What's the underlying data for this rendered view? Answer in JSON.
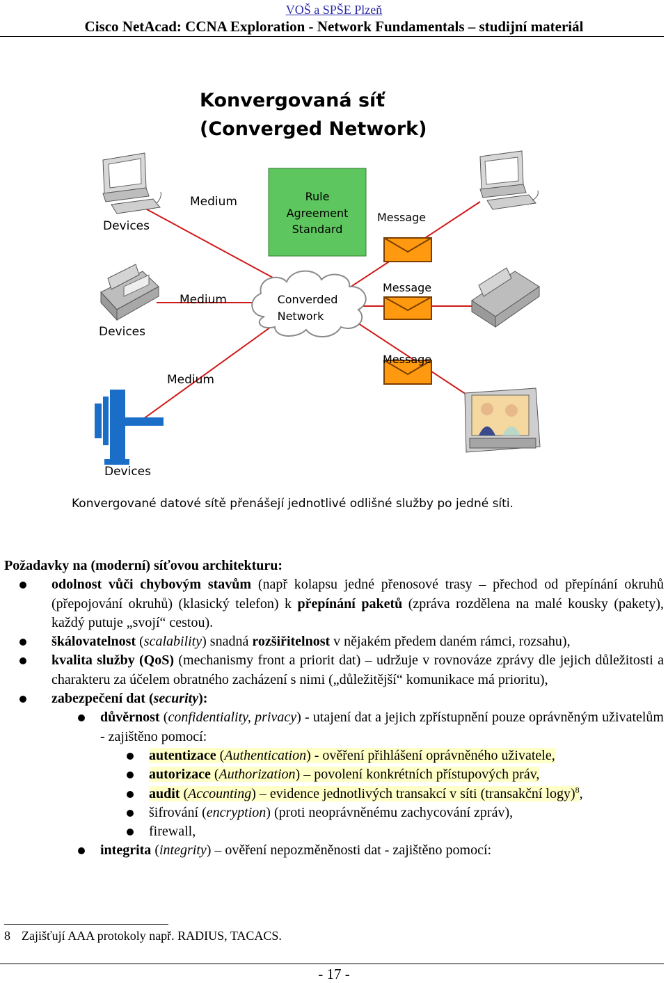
{
  "header": {
    "school": "VOŠ a SPŠE Plzeň",
    "course": "Cisco NetAcad: CCNA Exploration - Network Fundamentals – studijní materiál"
  },
  "diagram": {
    "title_line1": "Konvergovaná síť",
    "title_line2": "(Converged Network)",
    "rule_box": [
      "Rule",
      "Agreement",
      "Standard"
    ],
    "cloud": [
      "Converded",
      "Network"
    ],
    "medium": "Medium",
    "devices": "Devices",
    "message": "Message",
    "caption": "Konvergované datové sítě přenášejí jednotlivé odlišné služby po jedné síti."
  },
  "requirements": {
    "title": "Požadavky na (moderní) síťovou architekturu:",
    "items": {
      "fault": {
        "term": "odolnost vůči chybovým stavům",
        "text1": " (např kolapsu jedné přenosové trasy – přechod od přepínání okruhů (přepojování okruhů) (klasický telefon) k ",
        "bold2": "přepínání paketů",
        "text2": " (zpráva rozdělena na malé kousky (pakety), každý putuje „svojí“ cestou)."
      },
      "scal": {
        "term": "škálovatelnost",
        "text1": " (",
        "ital": "scalability",
        "text2": ") snadná ",
        "bold2": "rozšiřitelnost",
        "text3": " v nějakém předem daném rámci, rozsahu),"
      },
      "qos": {
        "term": "kvalita služby (QoS)",
        "text": " (mechanismy front a priorit dat) – udržuje v rovnováze zprávy dle jejich důležitosti a charakteru za účelem obratného zacházení s nimi („důležitější“ komunikace má prioritu),"
      },
      "sec": {
        "term": "zabezpečení dat (",
        "ital": "security",
        "end": "):"
      },
      "conf": {
        "term": "důvěrnost",
        "text1": " (",
        "ital": "confidentiality, privacy",
        "text2": ") - utajení dat a jejich zpřístupnění pouze oprávněným uživatelům - zajištěno pomocí:"
      },
      "authn": {
        "term": "autentizace",
        "ital": "Authentication",
        "text": ") - ověření přihlášení oprávněného uživatele,"
      },
      "authz": {
        "term": "autorizace",
        "ital": "Authorization",
        "text": ") – povolení konkrétních přístupových práv,"
      },
      "audit": {
        "term": "audit",
        "ital": "Accounting",
        "text": ") – evidence jednotlivých transakcí v síti (transakční logy)",
        "sup": "8",
        "end": ","
      },
      "enc": {
        "text1": "šifrování (",
        "ital": "encryption",
        "text2": ") (proti neoprávněnému zachycování zpráv),"
      },
      "fw": {
        "text": "firewall,"
      },
      "integ": {
        "term": "integrita",
        "text1": " (",
        "ital": "integrity",
        "text2": ") – ověření nepozměněnosti dat - zajištěno pomocí:"
      }
    }
  },
  "footnote": {
    "num": "8",
    "text": "Zajišťují AAA protokoly např. RADIUS, TACACS."
  },
  "page_number": "- 17 -"
}
